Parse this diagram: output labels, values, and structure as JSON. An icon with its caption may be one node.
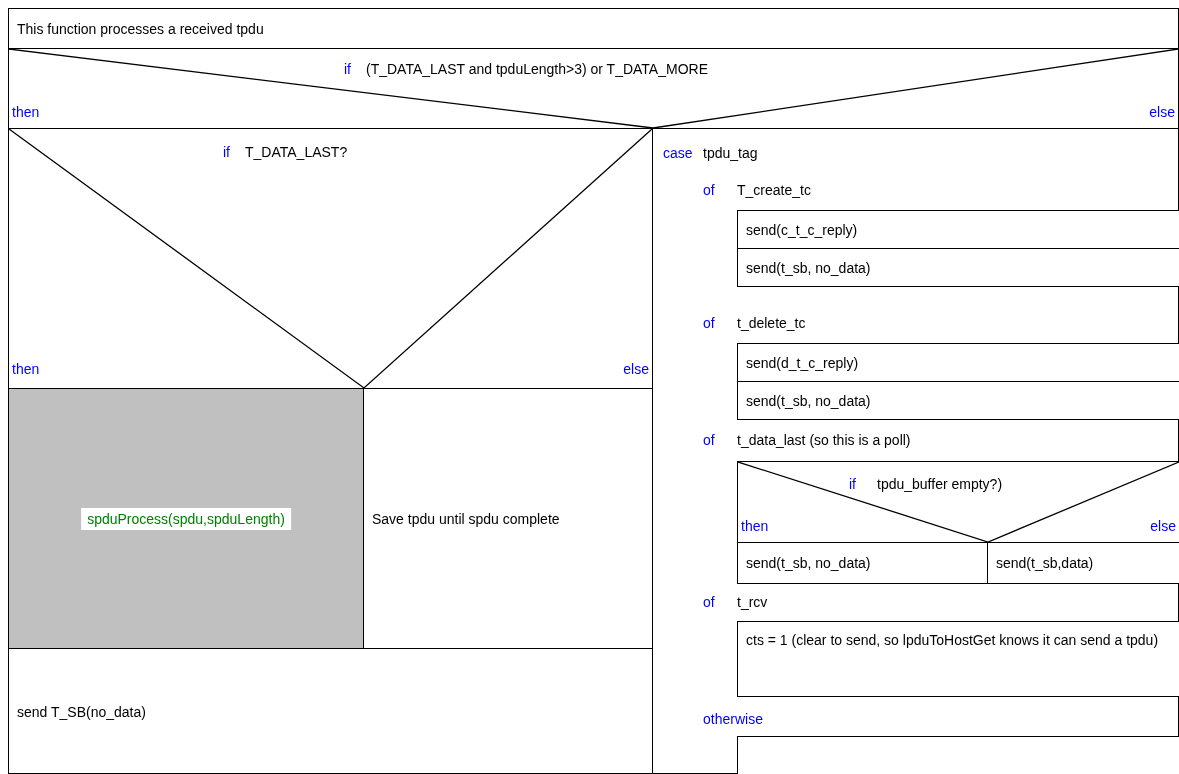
{
  "diagram": {
    "nodes": [
      {
        "text": [
          "This function processes a received tpdu"
        ]
      },
      {
        "text": [
          "if",
          "(T_DATA_LAST and tpduLength>3) or T_DATA_MORE",
          "then",
          "else"
        ]
      },
      {
        "text": [
          "if",
          "T_DATA_LAST?",
          "then",
          "else"
        ]
      },
      {
        "text": [
          "spduProcess(spdu,spduLength)"
        ]
      },
      {
        "text": [
          "Save tpdu until spdu complete"
        ]
      },
      {
        "text": [
          "send T_SB(no_data)"
        ]
      },
      {
        "text": [
          "case",
          "tpdu_tag",
          "of",
          "T_create_tc",
          "of",
          "t_delete_tc",
          "of",
          "t_data_last (so this is a poll)",
          "of",
          "t_rcv",
          "otherwise"
        ]
      },
      {
        "text": [
          "send(c_t_c_reply)"
        ],
        "in": 6
      },
      {
        "text": [
          "send(t_sb, no_data)"
        ],
        "in": 6
      },
      {
        "text": [
          "send(d_t_c_reply)"
        ],
        "in": 6
      },
      {
        "text": [
          "send(t_sb, no_data)"
        ],
        "in": 6
      },
      {
        "text": [
          "if",
          "tpdu_buffer empty?)",
          "then",
          "else"
        ],
        "in": 6
      },
      {
        "text": [
          "send(t_sb, no_data)"
        ],
        "in": 6
      },
      {
        "text": [
          "send(t_sb,data)"
        ],
        "in": 6
      },
      {
        "text": [
          "cts = 1 (clear to send, so lpduToHostGet knows it can send a tpdu)"
        ],
        "in": 6
      },
      {
        "text": [],
        "shape": "box",
        "in": 6
      }
    ]
  }
}
